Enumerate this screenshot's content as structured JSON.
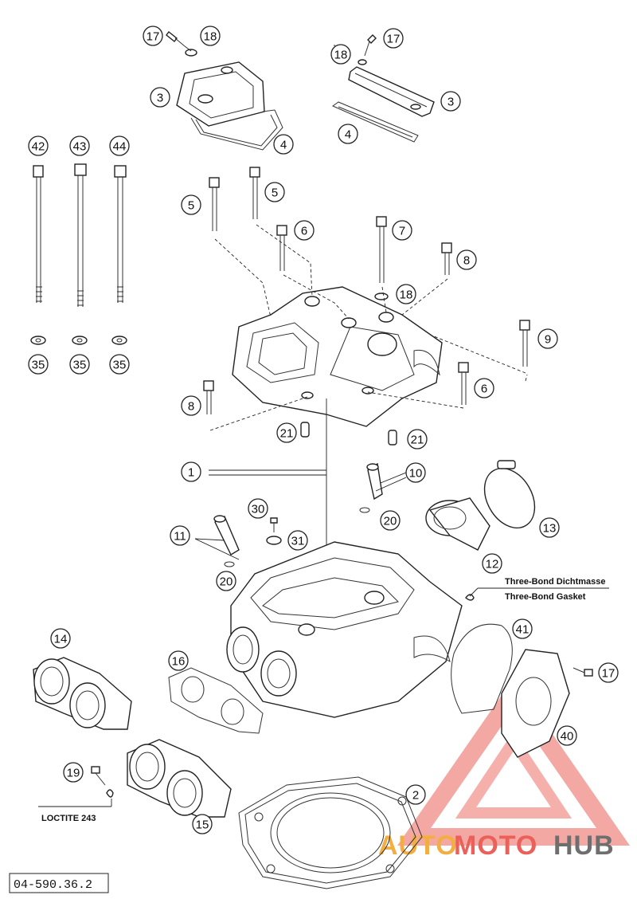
{
  "callouts": [
    "1",
    "2",
    "3",
    "3",
    "4",
    "4",
    "5",
    "5",
    "6",
    "6",
    "7",
    "8",
    "8",
    "9",
    "10",
    "11",
    "12",
    "13",
    "14",
    "15",
    "16",
    "17",
    "17",
    "17",
    "18",
    "18",
    "18",
    "19",
    "20",
    "20",
    "21",
    "21",
    "30",
    "31",
    "35",
    "35",
    "35",
    "40",
    "41",
    "42",
    "43",
    "44"
  ],
  "labels": {
    "sealant_de": "Three-Bond Dichtmasse",
    "sealant_en": "Three-Bond Gasket",
    "threadlock": "LOCTITE 243"
  },
  "document_number": "04-590.36.2",
  "watermark": {
    "text_auto": "AUTO",
    "text_moto": "MOTO",
    "text_hub": "HUB",
    "color_red": "#e8453c",
    "color_orange": "#f0a020",
    "color_dark": "#555555"
  }
}
